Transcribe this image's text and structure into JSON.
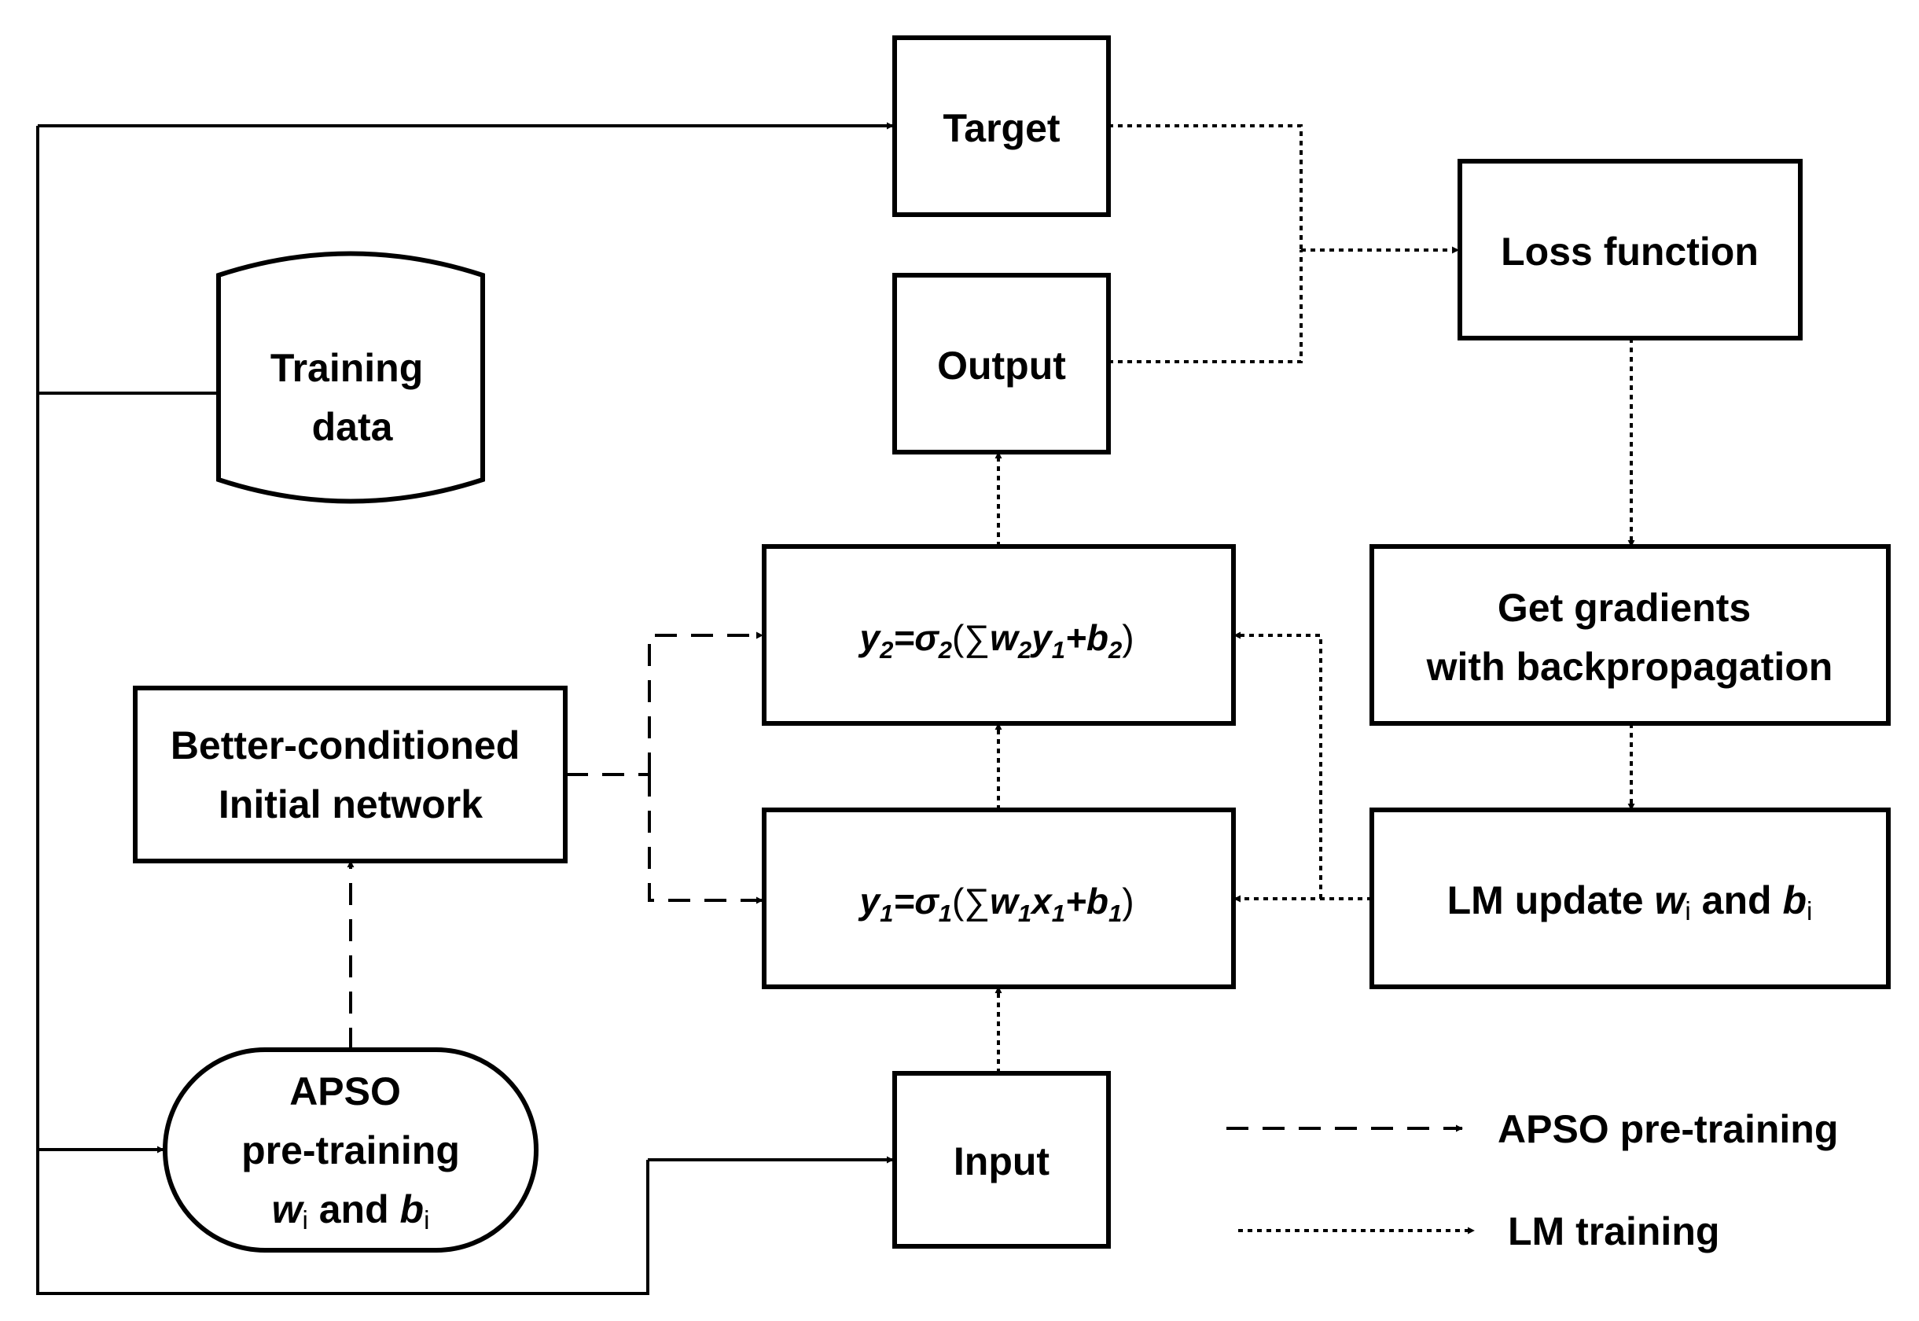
{
  "nodes": {
    "target": "Target",
    "loss_function": "Loss function",
    "output": "Output",
    "training_data": [
      "Training",
      "data"
    ],
    "get_gradients": [
      "Get gradients",
      "with backpropagation"
    ],
    "layer2": {
      "y": "y",
      "y_sub": "2",
      "eq": "=",
      "sigma": "σ",
      "sigma_sub": "2",
      "open": "(∑",
      "w": "w",
      "w_sub": "2",
      "v": "y",
      "v_sub": "1",
      "plus": "+",
      "b": "b",
      "b_sub": "2",
      "close": ")"
    },
    "better_conditioned": [
      "Better-conditioned",
      "Initial network"
    ],
    "layer1": {
      "y": "y",
      "y_sub": "1",
      "eq": "=",
      "sigma": "σ",
      "sigma_sub": "1",
      "open": "(∑",
      "w": "w",
      "w_sub": "1",
      "v": "x",
      "v_sub": "1",
      "plus": "+",
      "b": "b",
      "b_sub": "1",
      "close": ")"
    },
    "lm_update": {
      "prefix": "LM update ",
      "w": "w",
      "w_sub": "i",
      "mid": " and ",
      "b": "b",
      "b_sub": "i"
    },
    "input": "Input",
    "apso_pretraining": {
      "line1": "APSO",
      "line2": "pre-training",
      "w": "w",
      "w_sub": "i",
      "mid": " and ",
      "b": "b",
      "b_sub": "i"
    }
  },
  "legend": {
    "dashed": "APSO pre-training",
    "dotted": "LM training"
  }
}
